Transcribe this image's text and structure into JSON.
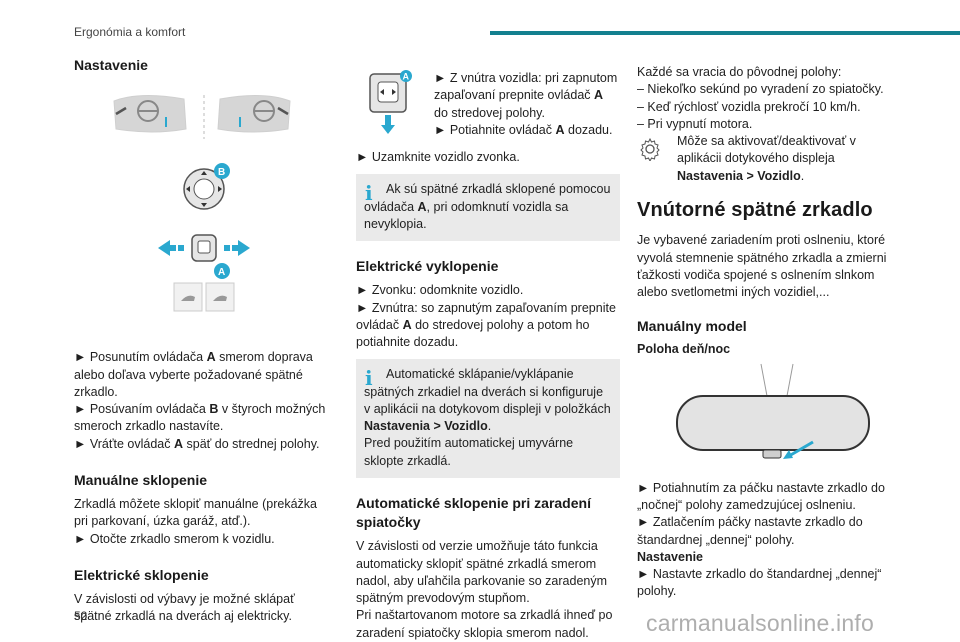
{
  "header": {
    "section_title": "Ergonómia a komfort"
  },
  "page_number": "52",
  "watermark": "carmanualsonline.info",
  "col1": {
    "h_nastavenie": "Nastavenie",
    "figure_labels": {
      "a": "A",
      "b": "B"
    },
    "instr": [
      "► Posunutím ovládača ",
      "A",
      " smerom doprava alebo doľava vyberte požadované spätné zrkadlo.",
      "► Posúvaním ovládača ",
      "B",
      " v štyroch možných smeroch zrkadlo nastavíte.",
      "► Vráťte ovládač ",
      "A",
      " späť do strednej polohy."
    ],
    "h_manual": "Manuálne sklopenie",
    "manual_text": "Zrkadlá môžete sklopiť manuálne (prekážka pri parkovaní, úzka garáž, atď.).",
    "manual_step": "► Otočte zrkadlo smerom k vozidlu.",
    "h_electric": "Elektrické sklopenie",
    "electric_text": "V závislosti od výbavy je možné sklápať spätné zrkadlá na dverách aj elektricky."
  },
  "col2": {
    "fig_label": "A",
    "step1_a": "► Z vnútra vozidla: pri zapnutom zapaľovaní prepnite ovládač ",
    "step1_b": "A",
    "step1_c": " do stredovej polohy.",
    "step2_a": "► Potiahnite ovládač ",
    "step2_b": "A",
    "step2_c": " dozadu.",
    "step3": "► Uzamknite vozidlo zvonka.",
    "info1_a": "Ak sú spätné zrkadlá sklopené pomocou ovládača ",
    "info1_b": "A",
    "info1_c": ", pri odomknutí vozidla sa nevyklopia.",
    "h_vyklopenie": "Elektrické vyklopenie",
    "vykl1": "► Zvonku: odomknite vozidlo.",
    "vykl2_a": "► Zvnútra: so zapnutým zapaľovaním prepnite ovládač ",
    "vykl2_b": "A",
    "vykl2_c": " do stredovej polohy a potom ho potiahnite dozadu.",
    "info2_a": "Automatické sklápanie/vyklápanie spätných zrkadiel na dverách si konfiguruje v aplikácii na dotykovom displeji v položkách ",
    "info2_b": "Nastavenia > Vozidlo",
    "info2_c": ".",
    "info2_d": "Pred použitím automatickej umyvárne sklopte zrkadlá.",
    "h_auto": "Automatické sklopenie pri zaradení spiatočky",
    "auto_text1": "V závislosti od verzie umožňuje táto funkcia automaticky sklopiť spätné zrkadlá smerom nadol, aby uľahčila parkovanie so zaradeným spätným prevodovým stupňom.",
    "auto_text2": "Pri naštartovanom motore sa zrkadlá ihneď po zaradení spiatočky sklopia smerom nadol."
  },
  "col3": {
    "intro": "Každé sa vracia do pôvodnej polohy:",
    "list": [
      "–  Niekoľko sekúnd po vyradení zo spiatočky.",
      "–  Keď rýchlosť vozidla prekročí 10 km/h.",
      "–  Pri vypnutí motora."
    ],
    "gear_a": "Môže sa aktivovať/deaktivovať v aplikácii dotykového displeja ",
    "gear_b": "Nastavenia > Vozidlo",
    "gear_c": ".",
    "h_inner": "Vnútorné spätné zrkadlo",
    "inner_text": "Je vybavené zariadením proti oslneniu, ktoré vyvolá stemnenie spätného zrkadla a zmierni ťažkosti vodiča spojené s oslnením slnkom alebo svetlometmi iných vozidiel,...",
    "h_manual_model": "Manuálny model",
    "sub_day_night": "Poloha deň/noc",
    "steps": [
      "► Potiahnutím za páčku nastavte zrkadlo do „nočnej“ polohy zamedzujúcej oslneniu.",
      "► Zatlačením páčky nastavte zrkadlo do štandardnej „dennej“ polohy."
    ],
    "sub_nastavenie": "Nastavenie",
    "last_step": "► Nastavte zrkadlo do štandardnej „dennej“ polohy."
  },
  "colors": {
    "accent": "#13808f",
    "info_icon": "#2aa8cf",
    "box_bg": "#eaeaea",
    "arrow": "#2aa8cf"
  }
}
